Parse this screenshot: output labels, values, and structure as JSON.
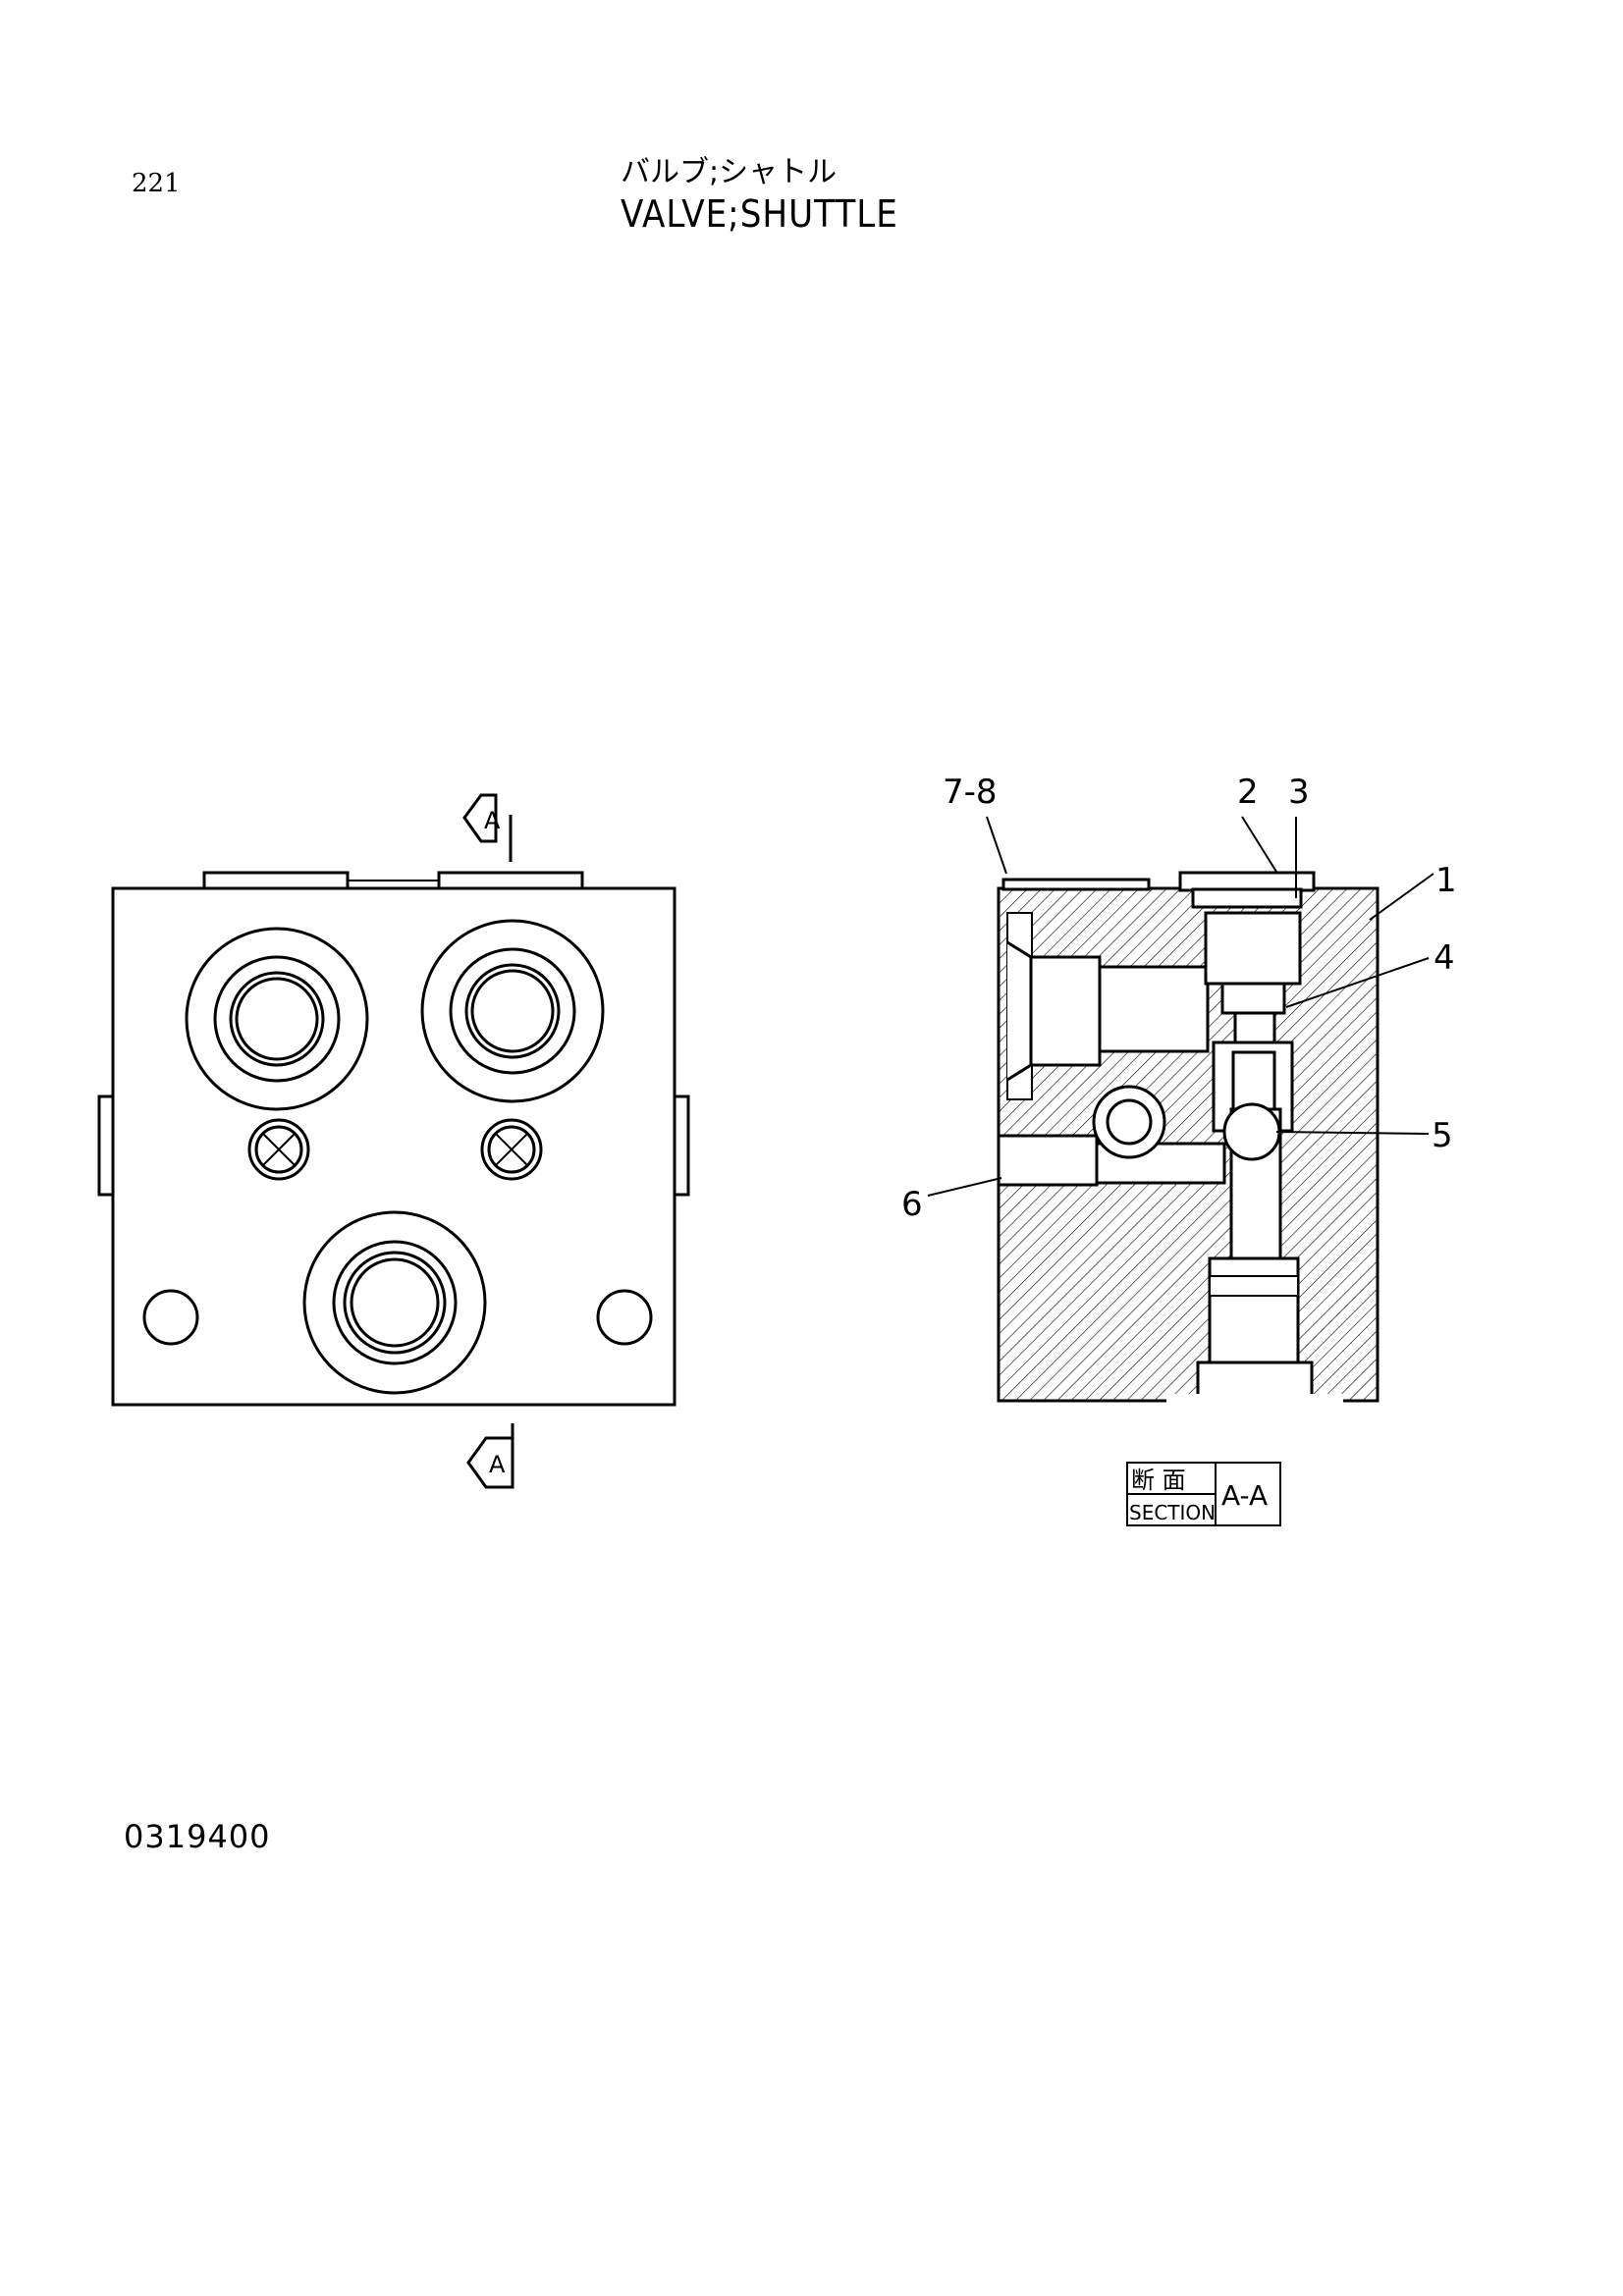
{
  "header": {
    "page_number": "221",
    "title_jp": "バルブ;シャトル",
    "title_en": "VALVE;SHUTTLE"
  },
  "view_markers": {
    "top_arrow": "A",
    "bottom_arrow": "A"
  },
  "callouts": {
    "c78": "7-8",
    "c2": "2",
    "c3": "3",
    "c1": "1",
    "c4": "4",
    "c5": "5",
    "c6": "6"
  },
  "section_label": {
    "jp": "断 面",
    "en": "SECTION",
    "id": "A-A"
  },
  "footer": {
    "drawing_number": "0319400"
  }
}
